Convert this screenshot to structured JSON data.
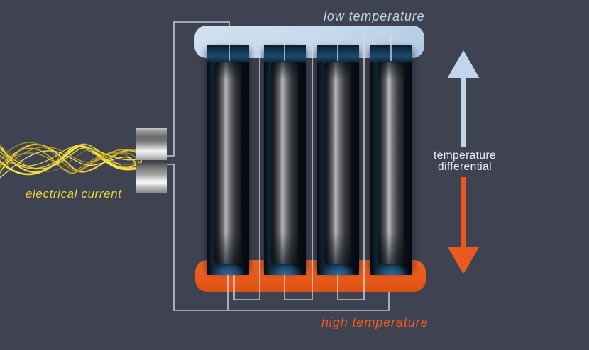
{
  "scene": {
    "background_color": "#3f4250",
    "cold_side": {
      "label": "low temperature",
      "plate_color": "#c6d9ec",
      "text_color": "#bfd7ec"
    },
    "hot_side": {
      "label": "high temperature",
      "plate_color": "#e85a1b",
      "text_color": "#f05c1e"
    },
    "input": {
      "label": "electrical current",
      "text_color": "#e9d33c",
      "wire_colors": [
        "#f2e052",
        "#e6cf39",
        "#d9c232",
        "#c3a92c",
        "#a18a24",
        "#8f7a20",
        "#efe06a"
      ]
    },
    "differential": {
      "line1": "temperature",
      "line2": "differential",
      "text_color": "#eef0f4",
      "up_arrow_color": "#c2d6eb",
      "down_arrow_color": "#ea5a1e"
    },
    "module": {
      "cylinder_count": 4
    },
    "wire_line_color": "#d6dae0"
  }
}
